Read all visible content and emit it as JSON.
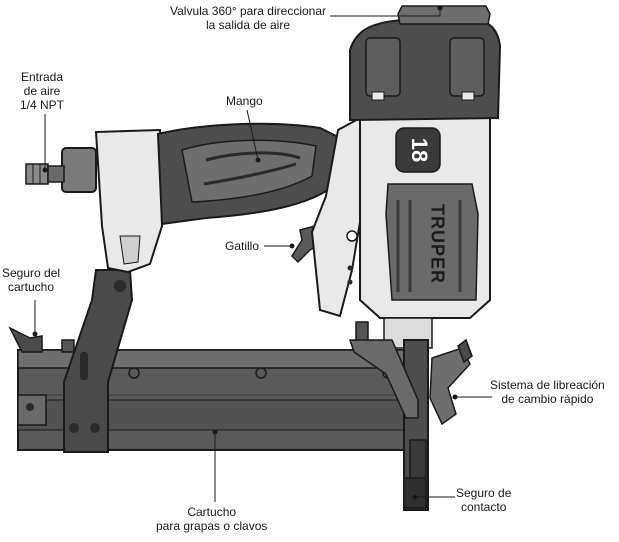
{
  "labels": {
    "valve": [
      "Valvula 360° para direccionar",
      "la salida de aire"
    ],
    "air_inlet": [
      "Entrada",
      "de aire",
      "1/4 NPT"
    ],
    "handle": [
      "Mango"
    ],
    "trigger": [
      "Gatillo"
    ],
    "cartridge_lock": [
      "Seguro del",
      "cartucho"
    ],
    "release_system": [
      "Sistema de libreación",
      "de cambio rápido"
    ],
    "contact_safety": [
      "Seguro de",
      "contacto"
    ],
    "cartridge": [
      "Cartucho",
      "para grapas o clavos"
    ]
  },
  "badge": {
    "gauge": "18",
    "brand": "TRUPER"
  },
  "colors": {
    "body_dark": "#4d4d4d",
    "body_mid": "#7a7a7a",
    "body_light": "#e9e9e9",
    "badge_bg": "#3a3a3a",
    "outline": "#1a1a1a"
  }
}
